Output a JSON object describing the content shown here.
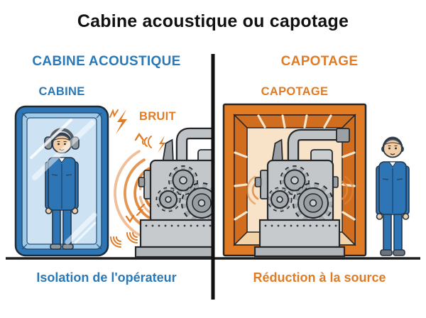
{
  "title": "Cabine acoustique ou capotage",
  "left_panel": {
    "heading": "CABINE ACOUSTIQUE",
    "cabin_label": "CABINE",
    "noise_label": "BRUIT",
    "caption": "Isolation de l'opérateur"
  },
  "right_panel": {
    "heading": "CAPOTAGE",
    "enclosure_label": "CAPOTAGE",
    "caption": "Réduction à la source"
  },
  "colors": {
    "blue_accent": "#2979b8",
    "orange_accent": "#e07c26",
    "title_text": "#111111",
    "cabin_frame": "#2e75b6",
    "cabin_glass": "#cde3f4",
    "machine_body": "#c3c7ca",
    "gear": "#a6acb0",
    "enclosure_frame": "#e07c26",
    "enclosure_wall": "#d06d1e",
    "enclosure_interior": "#f8e3c8",
    "worker_suit": "#2e75b6",
    "skin": "#f2cda6",
    "ground": "#1c1c1c"
  }
}
